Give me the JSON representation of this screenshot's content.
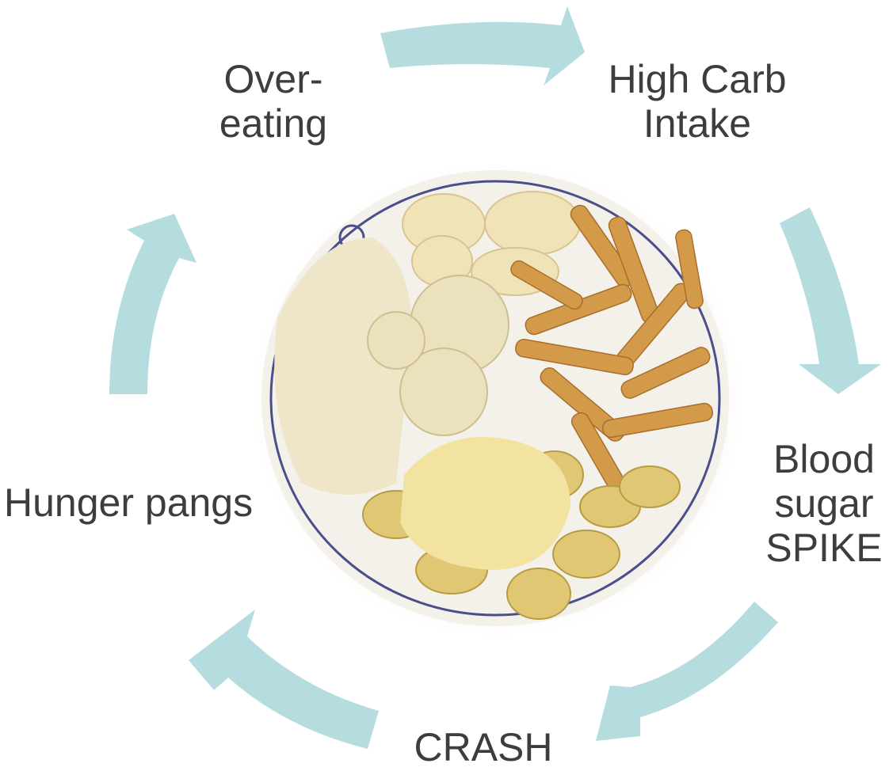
{
  "colors": {
    "arrow": "#b5dde0",
    "text": "#3d3d3d",
    "plate": "#f4f1ea",
    "plate_rim": "#4a4f8c",
    "rice": "#efe6c9",
    "potato": "#f1e3b8",
    "fries": "#d39a4a",
    "cauliflower": "#ece1bd",
    "pasta": "#e0c774",
    "cheese": "#f3e3a0"
  },
  "cycle": {
    "overeating": {
      "line1": "Over-",
      "line2": "eating"
    },
    "high_carb": {
      "line1": "High Carb",
      "line2": "Intake"
    },
    "blood_sugar": {
      "line1": "Blood",
      "line2": "sugar",
      "line3": "SPIKE"
    },
    "crash": {
      "line1": "CRASH"
    },
    "hunger": {
      "line1": "Hunger pangs"
    }
  },
  "center_image": {
    "icon": "plate-of-food-icon"
  }
}
